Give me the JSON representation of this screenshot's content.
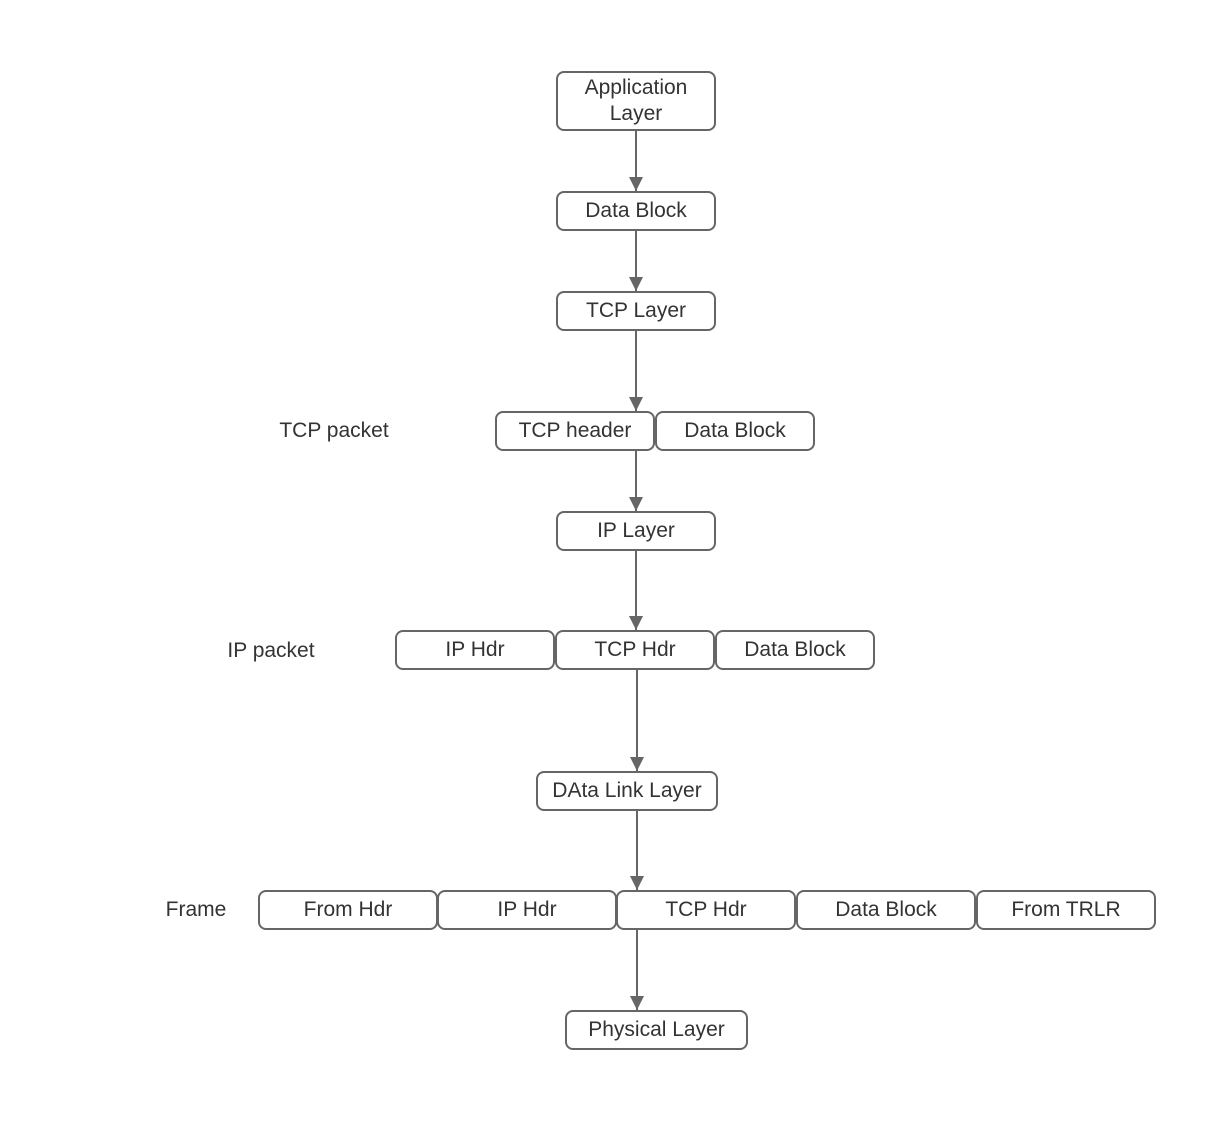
{
  "diagram": {
    "nodes": [
      {
        "id": "application-layer",
        "label": "Application Layer"
      },
      {
        "id": "data-block-app",
        "label": "Data Block"
      },
      {
        "id": "tcp-layer",
        "label": "TCP Layer"
      },
      {
        "id": "tcp-header",
        "label": "TCP header"
      },
      {
        "id": "data-block-tcp",
        "label": "Data Block"
      },
      {
        "id": "ip-layer",
        "label": "IP Layer"
      },
      {
        "id": "ip-hdr-ip",
        "label": "IP Hdr"
      },
      {
        "id": "tcp-hdr-ip",
        "label": "TCP Hdr"
      },
      {
        "id": "data-block-ip",
        "label": "Data Block"
      },
      {
        "id": "data-link-layer",
        "label": "DAta Link Layer"
      },
      {
        "id": "from-hdr-frame",
        "label": "From Hdr"
      },
      {
        "id": "ip-hdr-frame",
        "label": "IP Hdr"
      },
      {
        "id": "tcp-hdr-frame",
        "label": "TCP Hdr"
      },
      {
        "id": "data-block-frame",
        "label": "Data Block"
      },
      {
        "id": "from-trlr-frame",
        "label": "From TRLR"
      },
      {
        "id": "physical-layer",
        "label": "Physical Layer"
      }
    ],
    "row_labels": [
      {
        "id": "tcp-packet",
        "label": "TCP packet"
      },
      {
        "id": "ip-packet",
        "label": "IP packet"
      },
      {
        "id": "frame",
        "label": "Frame"
      }
    ]
  },
  "colors": {
    "border": "#666666",
    "text": "#333333",
    "arrow": "#666666",
    "background": "#ffffff"
  }
}
